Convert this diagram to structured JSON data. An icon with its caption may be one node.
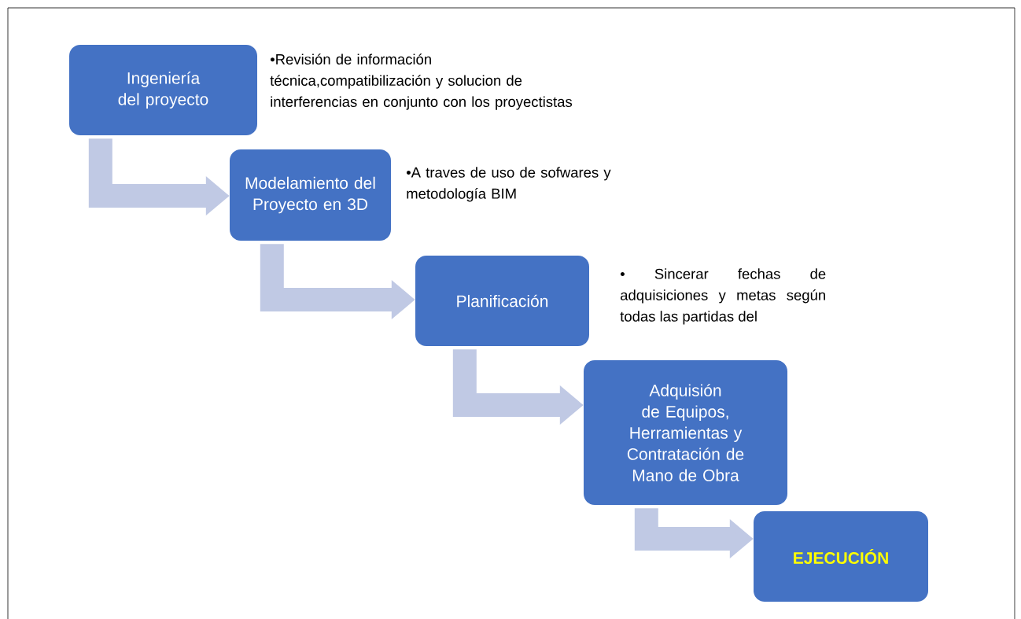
{
  "diagram": {
    "nodes": [
      {
        "text": [
          "Ingeniería del proyecto"
        ],
        "beside": [
          "•Revisión de información técnica,compatibilización y solucion de interferencias en conjunto con los proyectistas"
        ]
      },
      {
        "text": [
          "Modelamiento del Proyecto en 3D"
        ],
        "beside": [
          "•A traves de uso de sofwares y metodología BIM"
        ]
      },
      {
        "text": [
          "Planificación"
        ],
        "beside": [
          "• Sincerar fechas de adquisiciones y metas según todas las partidas del"
        ]
      },
      {
        "text": [
          "Adquisión de Equipos, Herramientas y Contratación de Mano de Obra"
        ]
      },
      {
        "text": [
          "EJECUCIÓN"
        ]
      }
    ],
    "edges": [
      {
        "from": 0,
        "to": 1,
        "arrow": "to"
      },
      {
        "from": 1,
        "to": 2,
        "arrow": "to"
      },
      {
        "from": 2,
        "to": 3,
        "arrow": "to"
      },
      {
        "from": 3,
        "to": 4,
        "arrow": "to"
      }
    ]
  }
}
